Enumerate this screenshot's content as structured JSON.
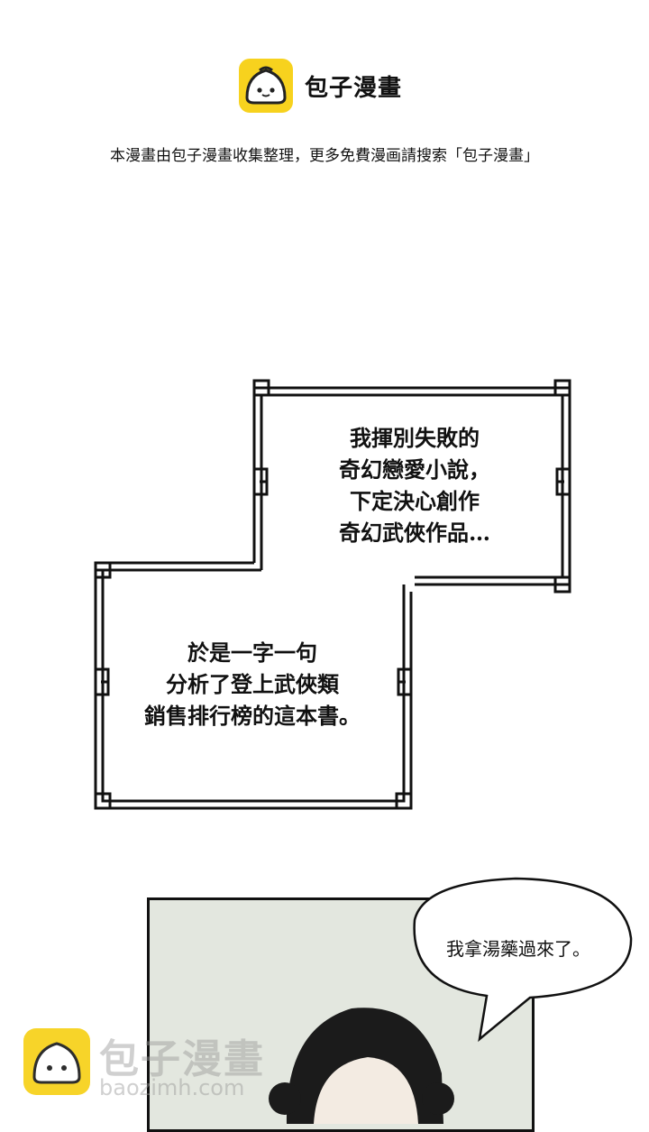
{
  "header": {
    "brand_name": "包子漫畫",
    "notice": "本漫畫由包子漫畫收集整理，更多免費漫画請搜索「包子漫畫」"
  },
  "panels": {
    "caption_1": [
      "我揮別失敗的",
      "奇幻戀愛小說，",
      "下定決心創作",
      "奇幻武俠作品…"
    ],
    "caption_2": [
      "於是一字一句",
      "分析了登上武俠類",
      "銷售排行榜的這本書。"
    ]
  },
  "speech": {
    "text": "我拿湯藥過來了。"
  },
  "watermark": {
    "brand": "包子漫畫",
    "url": "baozimh.com"
  },
  "colors": {
    "logo_yellow": "#f7d21e",
    "frame": "#111111",
    "panel_bg": "#e3e7df"
  }
}
